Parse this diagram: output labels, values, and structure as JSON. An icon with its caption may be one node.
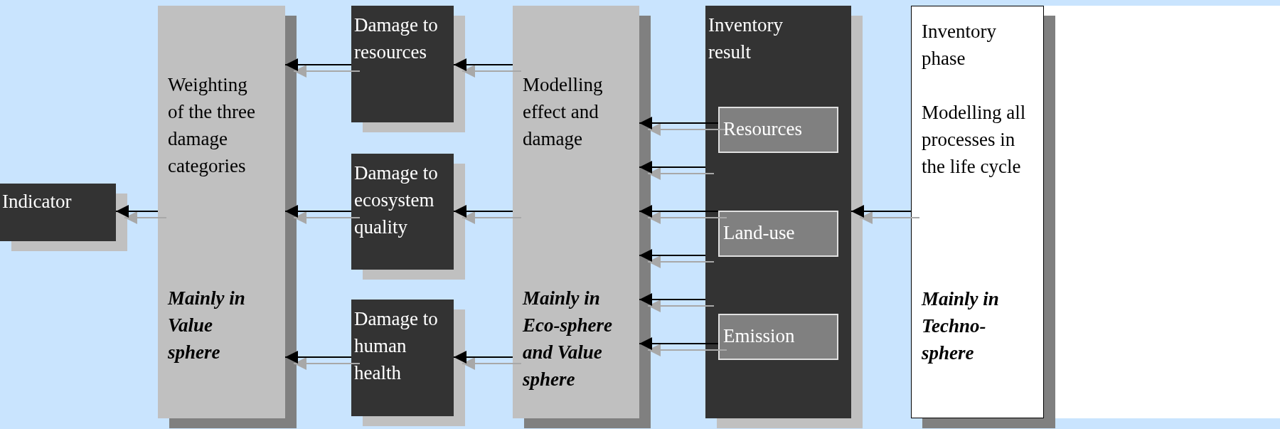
{
  "diagram": {
    "nodes": [
      {
        "text": [
          "Indicator"
        ]
      },
      {
        "text": [
          "Weighting of the three damage categories",
          "Mainly in Value sphere"
        ]
      },
      {
        "text": [
          "Damage to resources"
        ]
      },
      {
        "text": [
          "Damage to ecosystem quality"
        ]
      },
      {
        "text": [
          "Damage to human health"
        ]
      },
      {
        "text": [
          "Modelling effect and damage",
          "Mainly in Eco-sphere and Value sphere"
        ]
      },
      {
        "text": [
          "Inventory result"
        ]
      },
      {
        "text": [
          "Resources"
        ],
        "in": 6
      },
      {
        "text": [
          "Land-use"
        ],
        "in": 6
      },
      {
        "text": [
          "Emission"
        ],
        "in": 6
      },
      {
        "text": [
          "Inventory phase",
          "Modelling all processes in the life cycle",
          "Mainly in Techno-sphere"
        ]
      }
    ],
    "edges": [
      {
        "from": 1,
        "to": 0,
        "arrow": "to"
      },
      {
        "from": 2,
        "to": 1,
        "arrow": "to"
      },
      {
        "from": 3,
        "to": 1,
        "arrow": "to"
      },
      {
        "from": 4,
        "to": 1,
        "arrow": "to"
      },
      {
        "from": 5,
        "to": 2,
        "arrow": "to"
      },
      {
        "from": 5,
        "to": 3,
        "arrow": "to"
      },
      {
        "from": 5,
        "to": 4,
        "arrow": "to"
      },
      {
        "from": 7,
        "to": 5,
        "arrow": "to"
      },
      {
        "from": 6,
        "to": 5,
        "arrow": "to"
      },
      {
        "from": 8,
        "to": 5,
        "arrow": "to"
      },
      {
        "from": 6,
        "to": 5,
        "arrow": "to"
      },
      {
        "from": 6,
        "to": 5,
        "arrow": "to"
      },
      {
        "from": 9,
        "to": 5,
        "arrow": "to"
      },
      {
        "from": 10,
        "to": 6,
        "arrow": "to"
      }
    ]
  }
}
